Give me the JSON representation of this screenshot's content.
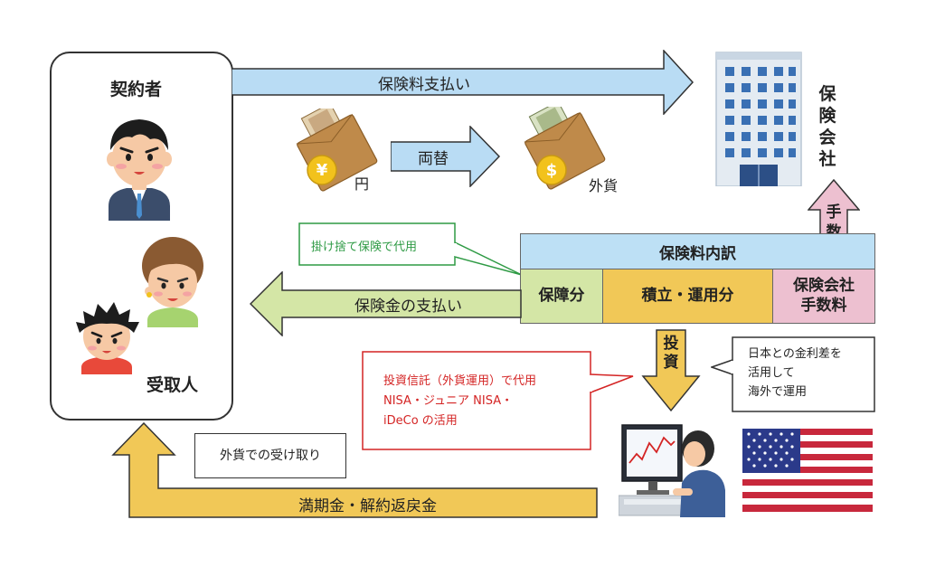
{
  "policyholder": "契約者",
  "beneficiary": "受取人",
  "premium_payment": "保険料支払い",
  "insurance_company": "保険会社",
  "currency_yen": "円",
  "currency_yen_symbol": "¥",
  "exchange": "両替",
  "currency_foreign": "外貨",
  "currency_foreign_symbol": "$",
  "fee_arrow": "手数料",
  "breakdown": {
    "title": "保険料内訳",
    "protection": "保障分",
    "savings": "積立・運用分",
    "company_fee_line1": "保険会社",
    "company_fee_line2": "手数料"
  },
  "term_insurance_note": "掛け捨て保険で代用",
  "claim_payment": "保険金の支払い",
  "invest_arrow": "投資",
  "us_note": {
    "line1": "日本との金利差を",
    "line2": "活用して",
    "line3": "海外で運用"
  },
  "alternative_note": {
    "line1": "投資信託（外貨運用）で代用",
    "line2": "NISA・ジュニア NISA・",
    "line3": "iDeCo の活用"
  },
  "fx_receipt_note": "外貨での受け取り",
  "maturity_refund": "満期金・解約返戻金",
  "colors": {
    "blue_arrow": "#b9dcf4",
    "green_arrow": "#d4e6a6",
    "yellow_arrow": "#f1c857",
    "pink_arrow": "#edc0d0",
    "red_text": "#d42424",
    "green_text": "#2e9a44"
  }
}
